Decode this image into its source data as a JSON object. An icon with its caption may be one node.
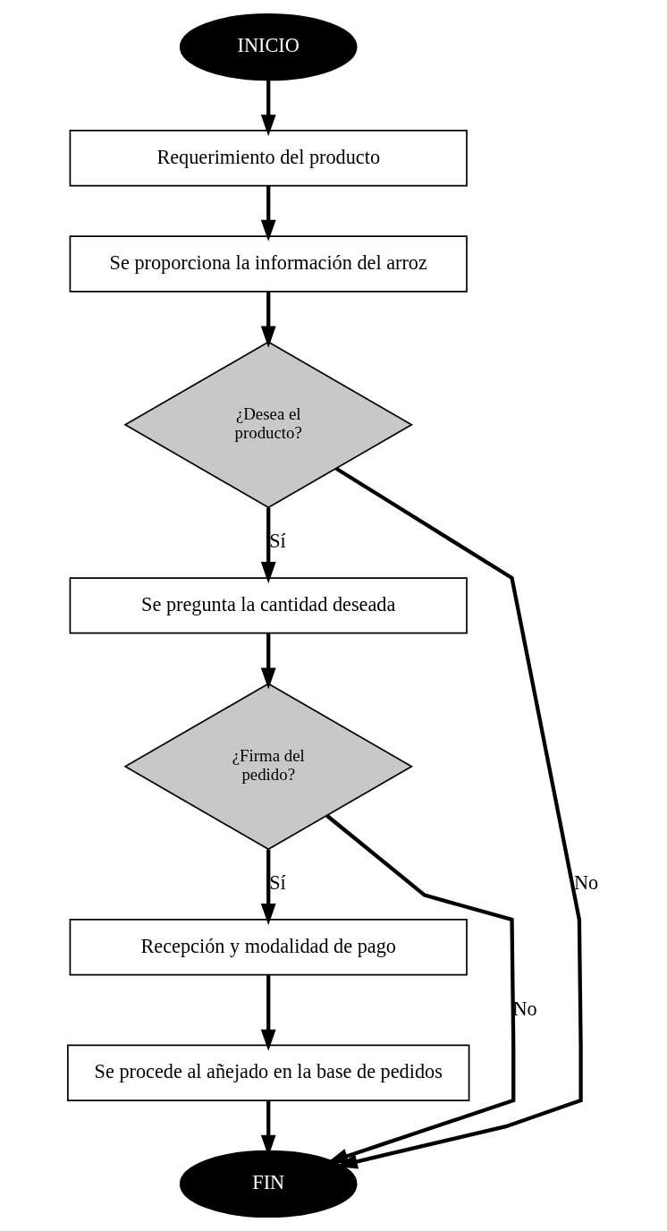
{
  "diagram": {
    "nodes": [
      {
        "text": [
          "INICIO"
        ]
      },
      {
        "text": [
          "Requerimiento del producto"
        ]
      },
      {
        "text": [
          "Se proporciona la información del arroz"
        ]
      },
      {
        "text": [
          "¿Desea el producto?"
        ]
      },
      {
        "text": [
          "Se pregunta la cantidad deseada"
        ]
      },
      {
        "text": [
          "¿Firma del pedido?"
        ]
      },
      {
        "text": [
          "Recepción y modalidad de pago"
        ]
      },
      {
        "text": [
          "Se procede al añejado en la base de pedidos"
        ]
      },
      {
        "text": [
          "FIN"
        ]
      }
    ],
    "edges": [
      {
        "from": 0,
        "to": 1,
        "arrow": "to"
      },
      {
        "from": 1,
        "to": 2,
        "arrow": "to"
      },
      {
        "from": 2,
        "to": 3,
        "arrow": "to"
      },
      {
        "from": 3,
        "to": 4,
        "arrow": "to",
        "label": "Sí"
      },
      {
        "from": 4,
        "to": 5,
        "arrow": "to"
      },
      {
        "from": 5,
        "to": 6,
        "arrow": "to",
        "label": "Sí"
      },
      {
        "from": 6,
        "to": 7,
        "arrow": "to"
      },
      {
        "from": 7,
        "to": 8,
        "arrow": "to"
      },
      {
        "from": 3,
        "to": 8,
        "arrow": "to",
        "label": "No"
      },
      {
        "from": 5,
        "to": 8,
        "arrow": "to",
        "label": "No"
      }
    ]
  }
}
